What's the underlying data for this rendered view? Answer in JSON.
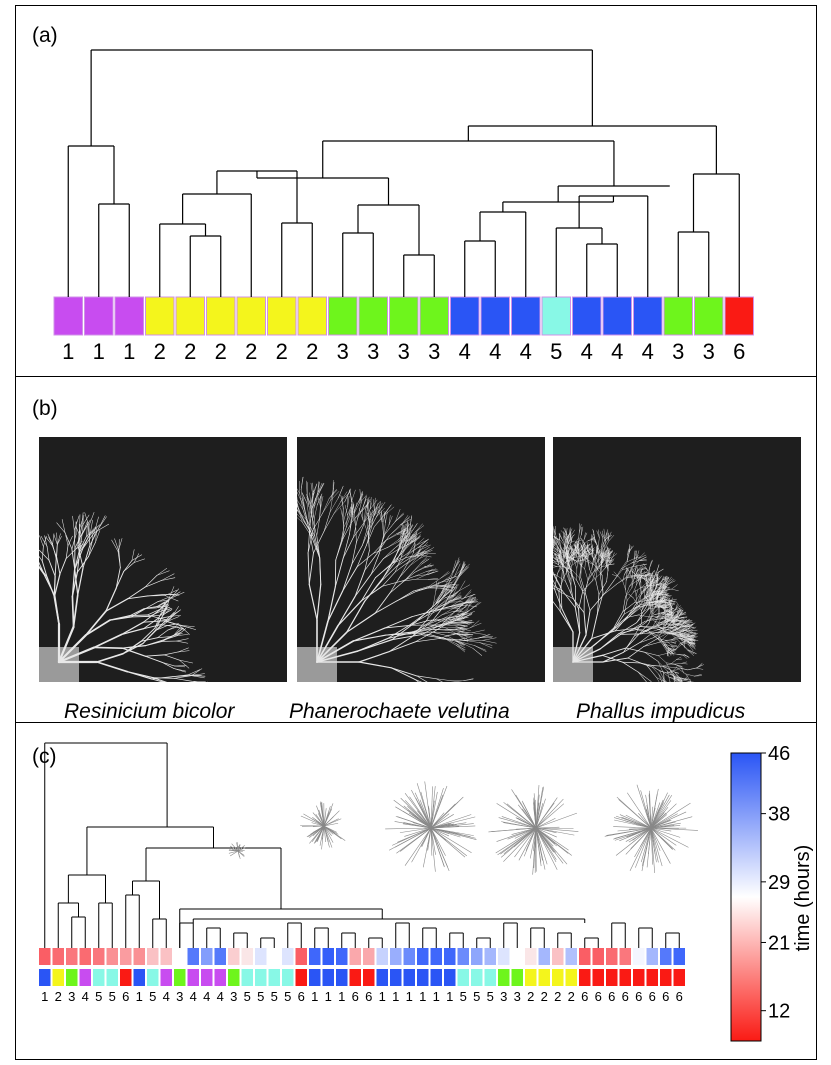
{
  "panels": [
    {
      "label": "(a)"
    },
    {
      "label": "(b)"
    },
    {
      "label": "(c)"
    }
  ],
  "panel_a": {
    "clusters": [
      "1",
      "1",
      "1",
      "2",
      "2",
      "2",
      "2",
      "2",
      "2",
      "3",
      "3",
      "3",
      "3",
      "4",
      "4",
      "4",
      "5",
      "4",
      "4",
      "4",
      "3",
      "3",
      "6"
    ],
    "colors": {
      "1": "#c84cf0",
      "2": "#f4f51c",
      "3": "#6ef51c",
      "4": "#2a55f5",
      "5": "#88f8e6",
      "6": "#fa1a14"
    }
  },
  "panel_b": {
    "species": [
      "Resinicium bicolor",
      "Phanerochaete velutina",
      "Phallus impudicus"
    ]
  },
  "panel_c": {
    "clusters": [
      "1",
      "2",
      "3",
      "4",
      "5",
      "5",
      "6",
      "1",
      "5",
      "4",
      "3",
      "4",
      "4",
      "4",
      "3",
      "5",
      "5",
      "5",
      "5",
      "6",
      "1",
      "1",
      "1",
      "6",
      "6",
      "1",
      "1",
      "1",
      "1",
      "1",
      "1",
      "5",
      "5",
      "5",
      "3",
      "3",
      "2",
      "2",
      "2",
      "2",
      "6",
      "6",
      "6",
      "6",
      "6",
      "6",
      "6",
      "6"
    ],
    "times": [
      14,
      15,
      16,
      15,
      16,
      18,
      19,
      18,
      22,
      22,
      27,
      42,
      38,
      42,
      23,
      25,
      30,
      27,
      30,
      14,
      44,
      45,
      44,
      20,
      20,
      32,
      36,
      40,
      44,
      44,
      44,
      40,
      37,
      35,
      30,
      27,
      25,
      35,
      22,
      34,
      14,
      14,
      15,
      16,
      28,
      35,
      42,
      44
    ],
    "colorbar": {
      "label": "time (hours)",
      "ticks": [
        "46",
        "38",
        "29",
        "21",
        "12"
      ],
      "min": 8,
      "max": 46
    }
  }
}
